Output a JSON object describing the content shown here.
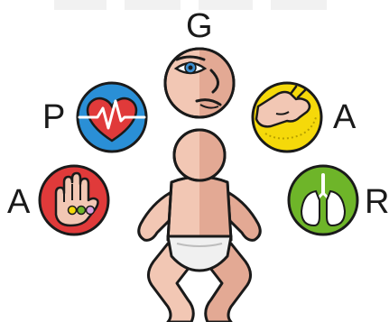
{
  "letters": {
    "g": "G",
    "p": "P",
    "a1": "A",
    "a2": "A",
    "r": "R"
  },
  "icons": [
    "face-appearance-icon",
    "heart-pulse-icon",
    "grimace-reflex-hand-icon",
    "hand-activity-icon",
    "lungs-respiration-icon",
    "baby-figure-icon"
  ],
  "colors": {
    "outline": "#1a1a1a",
    "pulse_bg": "#2a8fd6",
    "heart": "#e03a3a",
    "grimace_bg": "#f5d90a",
    "activity_bg": "#e03a3a",
    "respiration_bg": "#6eb529",
    "skin": "#f2c7b4",
    "skin_shade": "#e3a994",
    "diaper": "#f0f0f0"
  }
}
